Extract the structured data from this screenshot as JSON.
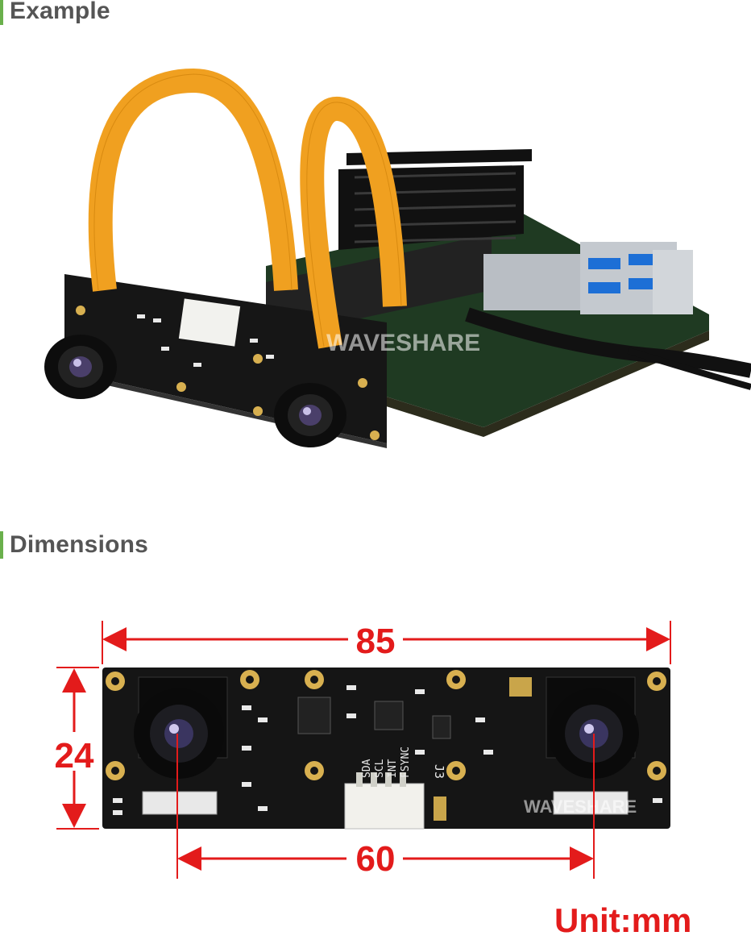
{
  "sections": {
    "example": {
      "title": "Example"
    },
    "dimensions": {
      "title": "Dimensions"
    }
  },
  "example_image": {
    "watermark": "WAVESHARE"
  },
  "dimensions_image": {
    "width": "85",
    "height": "24",
    "lens_spacing": "60",
    "unit": "Unit:mm",
    "watermark": "WAVESHARE",
    "pin_labels": [
      "SDA",
      "SCL",
      "INT",
      "FSYNC"
    ],
    "connector_label": "J3"
  },
  "colors": {
    "accent_bar": "#6ab04c",
    "heading_text": "#555555",
    "dimension_red": "#e31b1b",
    "pcb_black": "#151515",
    "ribbon_orange": "#f0a020"
  }
}
